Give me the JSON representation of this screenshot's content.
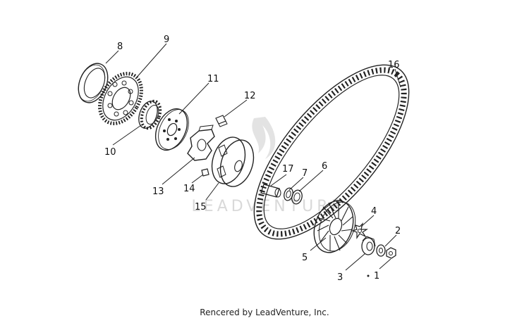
{
  "callouts": {
    "c1": "1",
    "c2": "2",
    "c3": "3",
    "c4": "4",
    "c5": "5",
    "c6": "6",
    "c7": "7",
    "c8": "8",
    "c9": "9",
    "c10": "10",
    "c11": "11",
    "c12": "12",
    "c13": "13",
    "c14": "14",
    "c15": "15",
    "c16": "16",
    "c17": "17"
  },
  "watermark": "LEADVENTURE",
  "credit": "Rencered by LeadVenture, Inc.",
  "colors": {
    "ink": "#222222",
    "watermark": "#d9d9d9",
    "background": "#ffffff"
  }
}
